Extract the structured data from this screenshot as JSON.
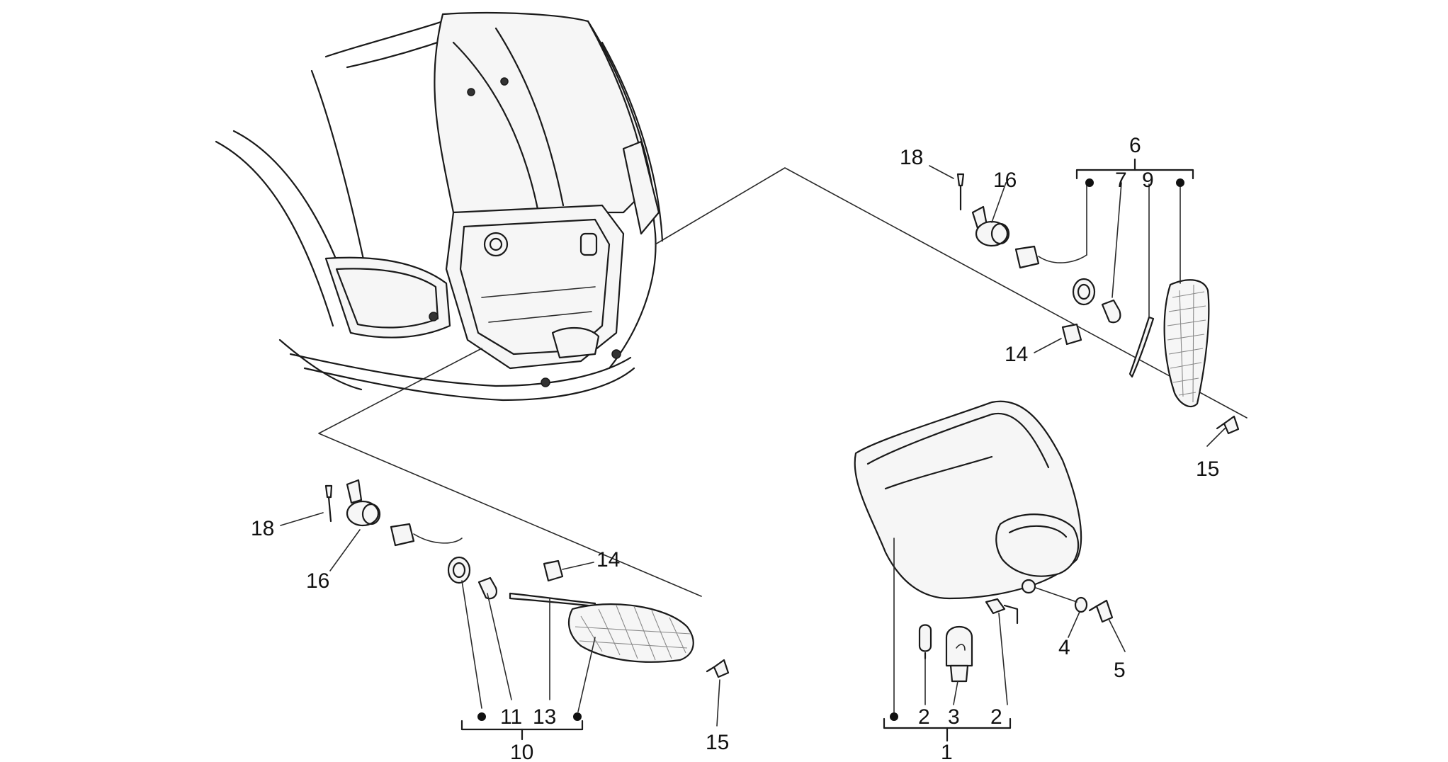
{
  "labels": {
    "l1": "1",
    "l2a": "2",
    "l2b": "2",
    "l3": "3",
    "l4": "4",
    "l5": "5",
    "l6": "6",
    "l7": "7",
    "l9": "9",
    "l10": "10",
    "l11": "11",
    "l13": "13",
    "l14a": "14",
    "l14b": "14",
    "l15a": "15",
    "l15b": "15",
    "l16a": "16",
    "l16b": "16",
    "l18a": "18",
    "l18b": "18"
  }
}
